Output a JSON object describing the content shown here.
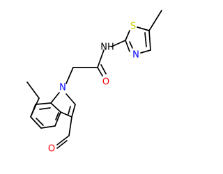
{
  "molecule": {
    "atoms": {
      "n_indole": {
        "symbol": "N",
        "color": "#0000ff"
      },
      "o_amide": {
        "symbol": "O",
        "color": "#ff0000"
      },
      "nh_amide": {
        "symbol": "NH",
        "color": "#000000"
      },
      "s_thiazole": {
        "symbol": "S",
        "color": "#cccc00"
      },
      "n_thiazole": {
        "symbol": "N",
        "color": "#0000ff"
      },
      "o_formyl": {
        "symbol": "O",
        "color": "#ff0000"
      }
    },
    "bond_color": "#000000"
  }
}
